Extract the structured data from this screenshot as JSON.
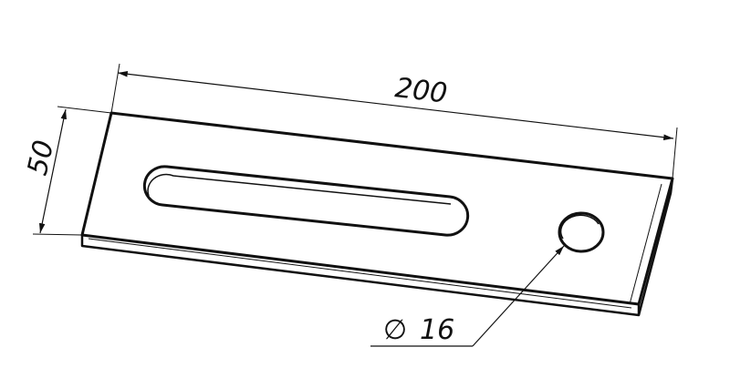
{
  "drawing": {
    "length_dimension": "200",
    "width_dimension": "50",
    "hole_diameter_symbol": "∅",
    "hole_diameter_value": "16"
  },
  "colors": {
    "line": "#111111",
    "background": "#ffffff"
  }
}
